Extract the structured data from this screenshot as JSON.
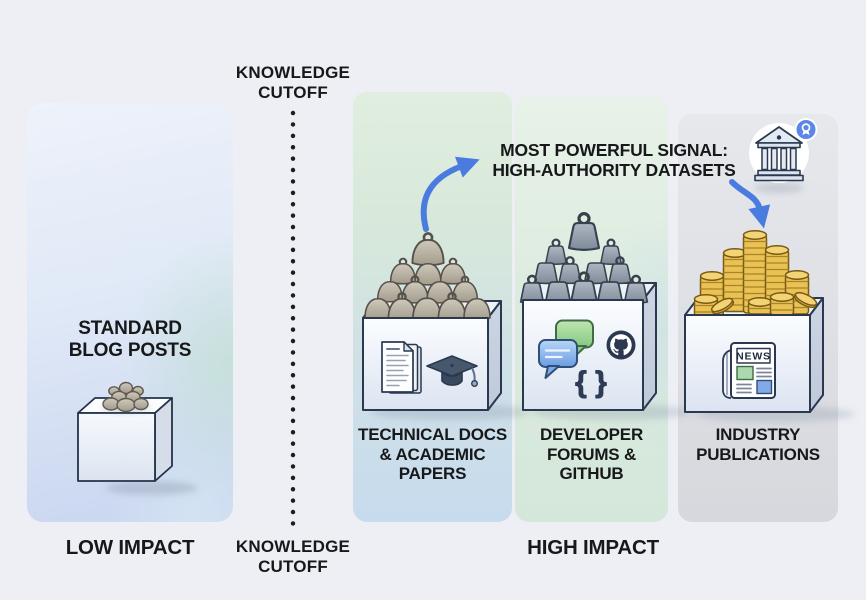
{
  "colors": {
    "background": "#edeff4",
    "text": "#17181a",
    "arrow-blue": "#4a7ce0",
    "badge-blue": "#5c87e6",
    "coin-gold": "#e9c253",
    "coin-top": "#f4d374",
    "coin-edge": "#775a15",
    "outline-navy": "#2a3950",
    "github-navy": "#2b3850"
  },
  "knowledge_cutoff": {
    "top": {
      "line1": "KNOWLEDGE",
      "line2": "CUTOFF"
    },
    "bottom": {
      "line1": "KNOWLEDGE",
      "line2": "CUTOFF"
    }
  },
  "annotation": {
    "line1": "MOST POWERFUL SIGNAL:",
    "line2": "HIGH-AUTHORITY DATASETS"
  },
  "low_impact_section": {
    "card_label": {
      "line1": "STANDARD",
      "line2": "BLOG POSTS"
    },
    "impact_label": "LOW IMPACT",
    "illustration": "small-cube-with-pebbles"
  },
  "high_impact_section": {
    "impact_label": "HIGH IMPACT",
    "panels": [
      {
        "label_lines": [
          "TECHNICAL DOCS",
          "& ACADEMIC",
          "PAPERS"
        ],
        "illustration": "box-with-stone-weights",
        "icons": [
          "document-stack-icon",
          "graduation-cap-icon"
        ]
      },
      {
        "label_lines": [
          "DEVELOPER",
          "FORUMS &",
          "GITHUB"
        ],
        "illustration": "box-with-kettlebell-weights",
        "icons": [
          "chat-bubbles-icon",
          "github-icon",
          "curly-braces-icon"
        ],
        "braces_label": "{ }"
      },
      {
        "label_lines": [
          "INDUSTRY",
          "PUBLICATIONS"
        ],
        "illustration": "box-with-gold-coins",
        "icons": [
          "newspaper-icon"
        ],
        "newspaper_masthead": "NEWS"
      }
    ]
  },
  "authority_icon": "bank-building-with-award-badge"
}
